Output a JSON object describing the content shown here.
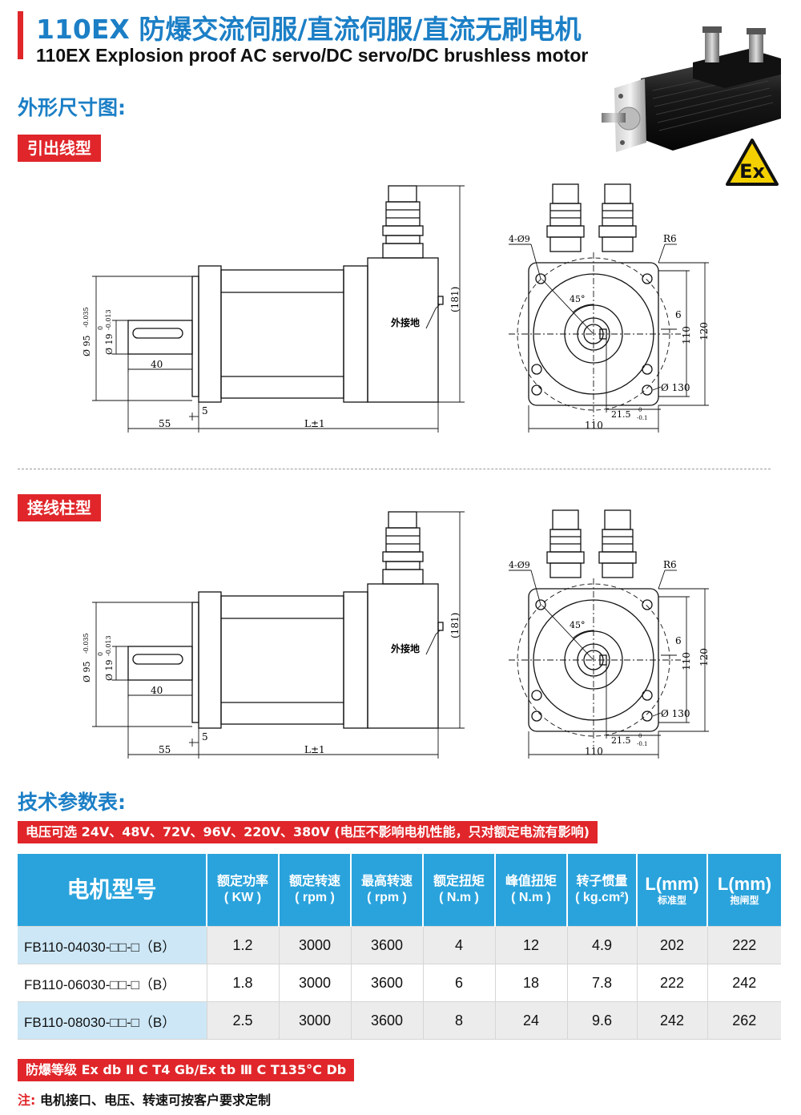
{
  "header": {
    "title_cn": "110EX 防爆交流伺服/直流伺服/直流无刷电机",
    "title_en": "110EX Explosion proof AC servo/DC servo/DC brushless motor",
    "ex_mark": "Ex",
    "accent_color": "#1c7fc6",
    "red_color": "#e0262a"
  },
  "outline": {
    "heading": "外形尺寸图:",
    "type1_tag": "引出线型",
    "type2_tag": "接线柱型"
  },
  "drawing_labels": {
    "d95": "Ø 95",
    "d95_tol_top": "0",
    "d95_tol_bot": "-0.035",
    "d19": "Ø 19",
    "d19_tol_top": "0",
    "d19_tol_bot": "-0.013",
    "len40": "40",
    "len5": "5",
    "len55": "55",
    "len_l": "L±1",
    "h181": "(181)",
    "ground": "外接地",
    "holes": "4-Ø9",
    "r6": "R6",
    "angle45": "45°",
    "key6": "6",
    "side110v": "110",
    "side120": "120",
    "pcd130": "Ø 130",
    "keyh": "21.5",
    "keyh_tol_top": "0",
    "keyh_tol_bot": "-0.1",
    "side110h": "110"
  },
  "specs": {
    "heading": "技术参数表:",
    "voltage_note": "电压可选  24V、48V、72V、96V、220V、380V (电压不影响电机性能，只对额定电流有影响)",
    "columns": {
      "model": "电机型号",
      "power": "额定功率",
      "power_unit": "( KW )",
      "rated_speed": "额定转速",
      "rated_speed_unit": "( rpm )",
      "max_speed": "最高转速",
      "max_speed_unit": "( rpm )",
      "rated_torque": "额定扭矩",
      "rated_torque_unit": "( N.m )",
      "peak_torque": "峰值扭矩",
      "peak_torque_unit": "( N.m )",
      "inertia": "转子惯量",
      "inertia_unit": "( kg.cm²)",
      "l_std": "L(mm)",
      "l_std_sub": "标准型",
      "l_brake": "L(mm)",
      "l_brake_sub": "抱闸型"
    },
    "rows": [
      {
        "model": "FB110-04030-□□-□（B）",
        "power": "1.2",
        "rated_speed": "3000",
        "max_speed": "3600",
        "rated_torque": "4",
        "peak_torque": "12",
        "inertia": "4.9",
        "l_std": "202",
        "l_brake": "222"
      },
      {
        "model": "FB110-06030-□□-□（B）",
        "power": "1.8",
        "rated_speed": "3000",
        "max_speed": "3600",
        "rated_torque": "6",
        "peak_torque": "18",
        "inertia": "7.8",
        "l_std": "222",
        "l_brake": "242"
      },
      {
        "model": "FB110-08030-□□-□（B）",
        "power": "2.5",
        "rated_speed": "3000",
        "max_speed": "3600",
        "rated_torque": "8",
        "peak_torque": "24",
        "inertia": "9.6",
        "l_std": "242",
        "l_brake": "262"
      }
    ],
    "ex_grade": "防爆等级    Ex db  Ⅱ C  T4 Gb/Ex tb  Ⅲ C  T135°C Db",
    "note_label": "注:",
    "note_text": " 电机接口、电压、转速可按客户要求定制"
  }
}
